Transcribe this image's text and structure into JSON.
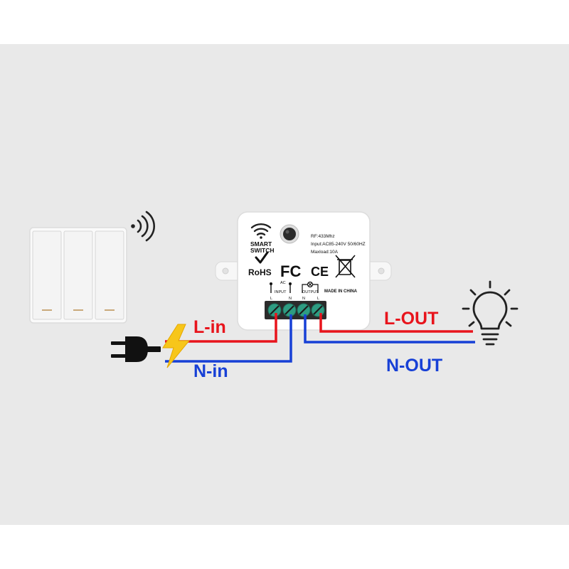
{
  "colors": {
    "background": "#e9e9e9",
    "live_wire": "#e8141c",
    "neutral_wire": "#1740d6",
    "terminal": "#2e9c82",
    "bolt": "#f7c61a"
  },
  "labels": {
    "l_in": "L-in",
    "n_in": "N-in",
    "l_out": "L-OUT",
    "n_out": "N-OUT"
  },
  "module": {
    "brand_line1": "SMART",
    "brand_line2": "SWITCH",
    "rohs": "RoHS",
    "fc": "FC",
    "ce": "CE",
    "spec_rf": "RF:433Mhz",
    "spec_input": "Input:AC85-240V 50/60HZ",
    "spec_load": "Maxload:10A",
    "made_in": "MADE IN CHINA",
    "ac_label": "AC",
    "input_label": "INPUT",
    "output_label": "OUTPUT",
    "terminal_marks": [
      "L",
      "N",
      "N",
      "L"
    ]
  },
  "icons": {
    "wifi": "wifi-icon",
    "button": "round-button",
    "check": "check-mark-icon",
    "weee": "crossed-bin-icon",
    "plug": "power-plug-icon",
    "bolt": "lightning-bolt-icon",
    "bulb": "light-bulb-icon",
    "signal": "wireless-signal-icon",
    "wall_switch": "three-gang-wall-switch"
  }
}
